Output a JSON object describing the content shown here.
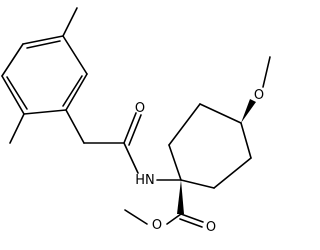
{
  "molecule": {
    "atom_labels": {
      "amide_oxygen": "O",
      "amide_nitrogen": "HN",
      "methoxy_oxygen": "O",
      "ester_carbonyl_oxygen": "O",
      "ester_oxygen": "O"
    }
  }
}
